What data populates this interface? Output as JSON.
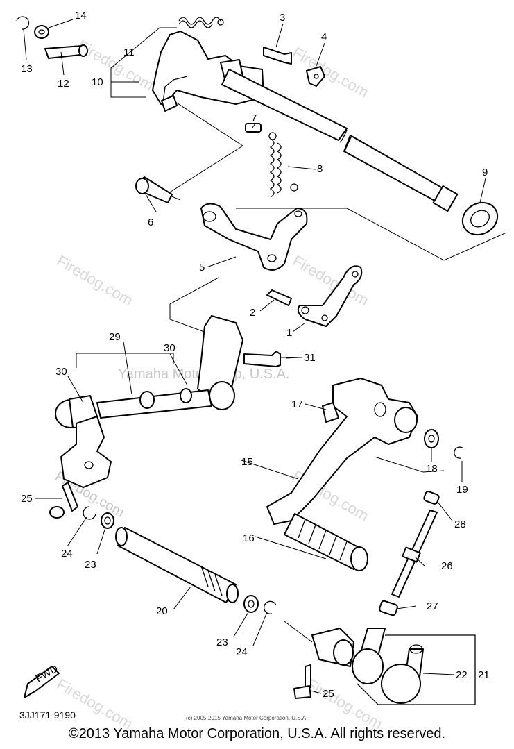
{
  "watermarks": {
    "firedog": "Firedog.com",
    "yamaha": "Yamaha Motor Corp, U.S.A."
  },
  "fwd_label": "FWD",
  "diagram_code": "3JJ171-9190",
  "inner_copyright": "(c) 2005-2015 Yamaha Motor Corporation, U.S.A.",
  "footer": "©2013 Yamaha Motor Corporation, U.S.A. All rights reserved.",
  "callouts": [
    "1",
    "2",
    "3",
    "4",
    "5",
    "6",
    "7",
    "8",
    "9",
    "10",
    "11",
    "12",
    "13",
    "14",
    "15",
    "16",
    "17",
    "18",
    "19",
    "20",
    "21",
    "22",
    "23",
    "24",
    "25",
    "26",
    "27",
    "28",
    "29",
    "30"
  ]
}
